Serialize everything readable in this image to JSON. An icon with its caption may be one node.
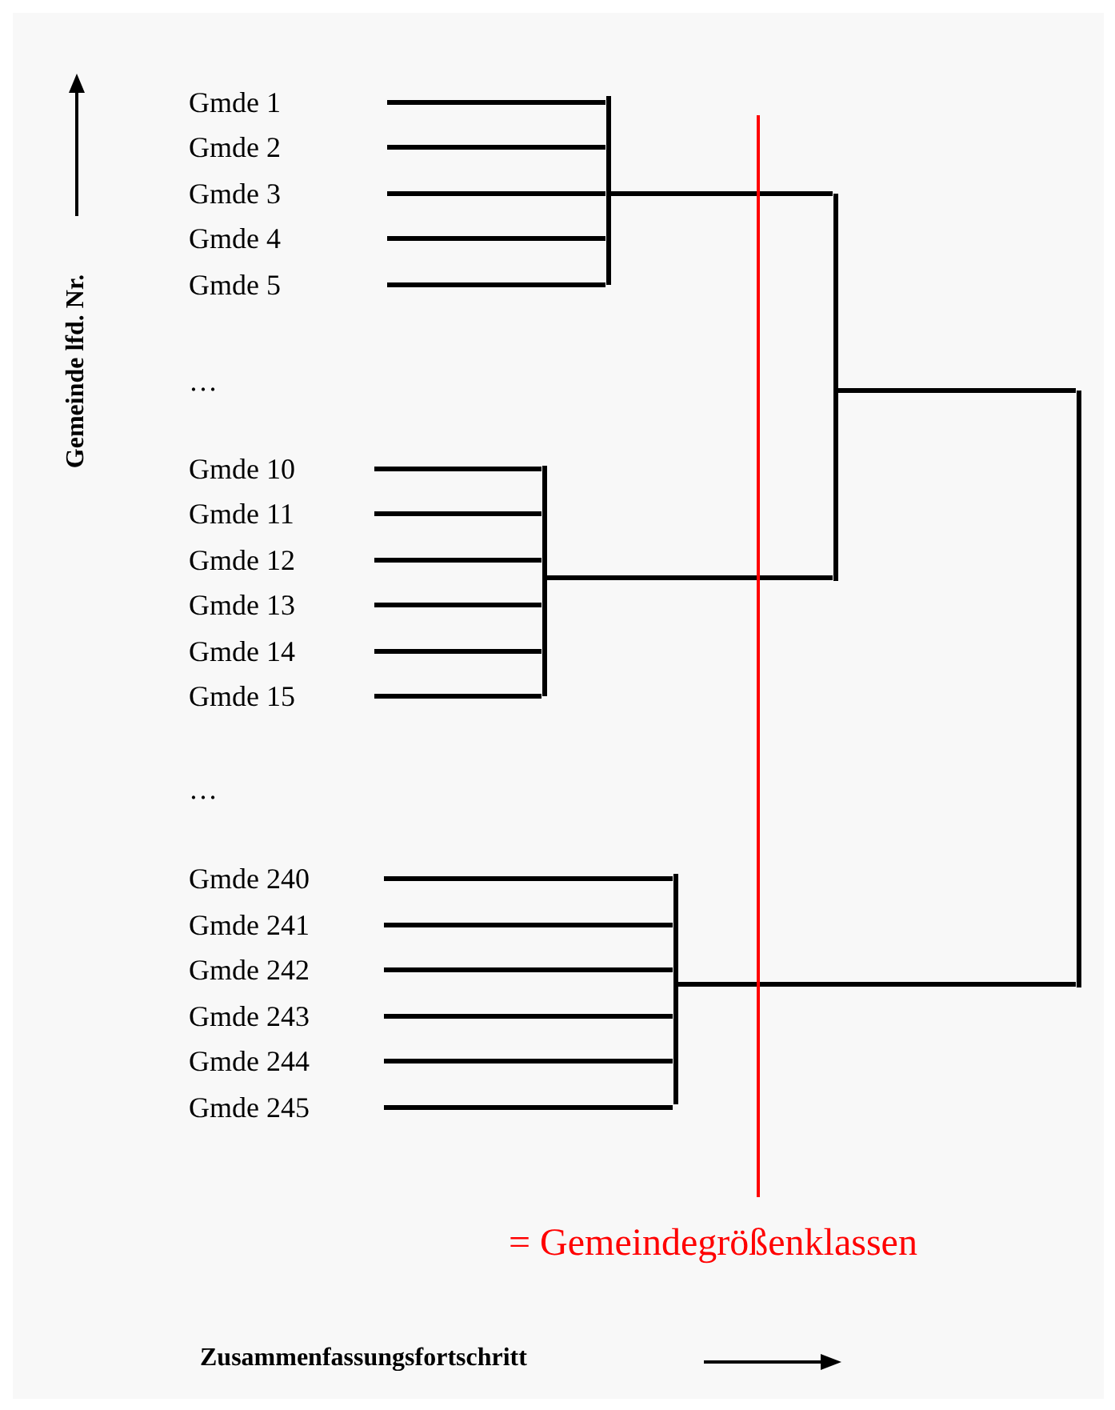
{
  "diagram": {
    "nodes": [
      {
        "text": [
          "Gmde 1"
        ]
      },
      {
        "text": [
          "Gmde 2"
        ]
      },
      {
        "text": [
          "Gmde 3"
        ]
      },
      {
        "text": [
          "Gmde 4"
        ]
      },
      {
        "text": [
          "Gmde 5"
        ]
      },
      {
        "text": [
          "Gmde 10"
        ]
      },
      {
        "text": [
          "Gmde 11"
        ]
      },
      {
        "text": [
          "Gmde 12"
        ]
      },
      {
        "text": [
          "Gmde 13"
        ]
      },
      {
        "text": [
          "Gmde 14"
        ]
      },
      {
        "text": [
          "Gmde 15"
        ]
      },
      {
        "text": [
          "Gmde 240"
        ]
      },
      {
        "text": [
          "Gmde 241"
        ]
      },
      {
        "text": [
          "Gmde 242"
        ]
      },
      {
        "text": [
          "Gmde 243"
        ]
      },
      {
        "text": [
          "Gmde 244"
        ]
      },
      {
        "text": [
          "Gmde 245"
        ]
      },
      {
        "text": [],
        "shape": "bar"
      },
      {
        "text": [],
        "shape": "bar"
      },
      {
        "text": [],
        "shape": "bar"
      },
      {
        "text": [],
        "shape": "bar"
      },
      {
        "text": [],
        "shape": "bar"
      }
    ],
    "edges": [
      {
        "from": 0,
        "to": 17,
        "arrow": "none"
      },
      {
        "from": 1,
        "to": 17,
        "arrow": "none"
      },
      {
        "from": 2,
        "to": 17,
        "arrow": "none"
      },
      {
        "from": 3,
        "to": 17,
        "arrow": "none"
      },
      {
        "from": 4,
        "to": 17,
        "arrow": "none"
      },
      {
        "from": 5,
        "to": 18,
        "arrow": "none"
      },
      {
        "from": 6,
        "to": 18,
        "arrow": "none"
      },
      {
        "from": 7,
        "to": 18,
        "arrow": "none"
      },
      {
        "from": 8,
        "to": 18,
        "arrow": "none"
      },
      {
        "from": 9,
        "to": 18,
        "arrow": "none"
      },
      {
        "from": 10,
        "to": 18,
        "arrow": "none"
      },
      {
        "from": 11,
        "to": 19,
        "arrow": "none"
      },
      {
        "from": 12,
        "to": 19,
        "arrow": "none"
      },
      {
        "from": 13,
        "to": 19,
        "arrow": "none"
      },
      {
        "from": 14,
        "to": 19,
        "arrow": "none"
      },
      {
        "from": 15,
        "to": 19,
        "arrow": "none"
      },
      {
        "from": 16,
        "to": 19,
        "arrow": "none"
      },
      {
        "from": 17,
        "to": 20,
        "arrow": "none"
      },
      {
        "from": 18,
        "to": 20,
        "arrow": "none"
      },
      {
        "from": 20,
        "to": 21,
        "arrow": "none"
      },
      {
        "from": 19,
        "to": 21,
        "arrow": "none"
      }
    ],
    "labels": [
      "Gemeinde lfd. Nr.",
      "…",
      "…",
      "= Gemeindegrößenklassen",
      "Zusammenfassungsfortschritt"
    ]
  }
}
